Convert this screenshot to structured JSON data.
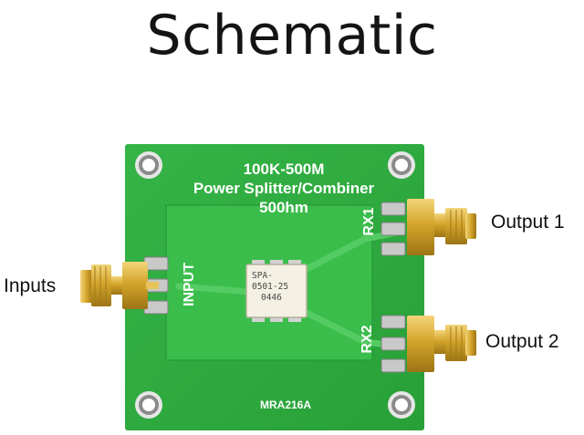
{
  "page": {
    "heading": "Schematic"
  },
  "board": {
    "title_line1": "100K-500M",
    "title_line2": "Power Splitter/Combiner",
    "title_line3": "500hm",
    "port_input_label": "INPUT",
    "port_rx1_label": "RX1",
    "port_rx2_label": "RX2",
    "model": "MRA216A",
    "chip": {
      "line1": "SPA-",
      "line2": "0501-25",
      "line3": "0446"
    }
  },
  "callouts": {
    "inputs": "Inputs",
    "output1": "Output 1",
    "output2": "Output 2"
  },
  "colors": {
    "pcb_green": "#2fae3e",
    "pcb_pour": "#35b845",
    "silkscreen": "#ffffff",
    "gold": "#d9b23a",
    "heading_text": "#141414"
  }
}
